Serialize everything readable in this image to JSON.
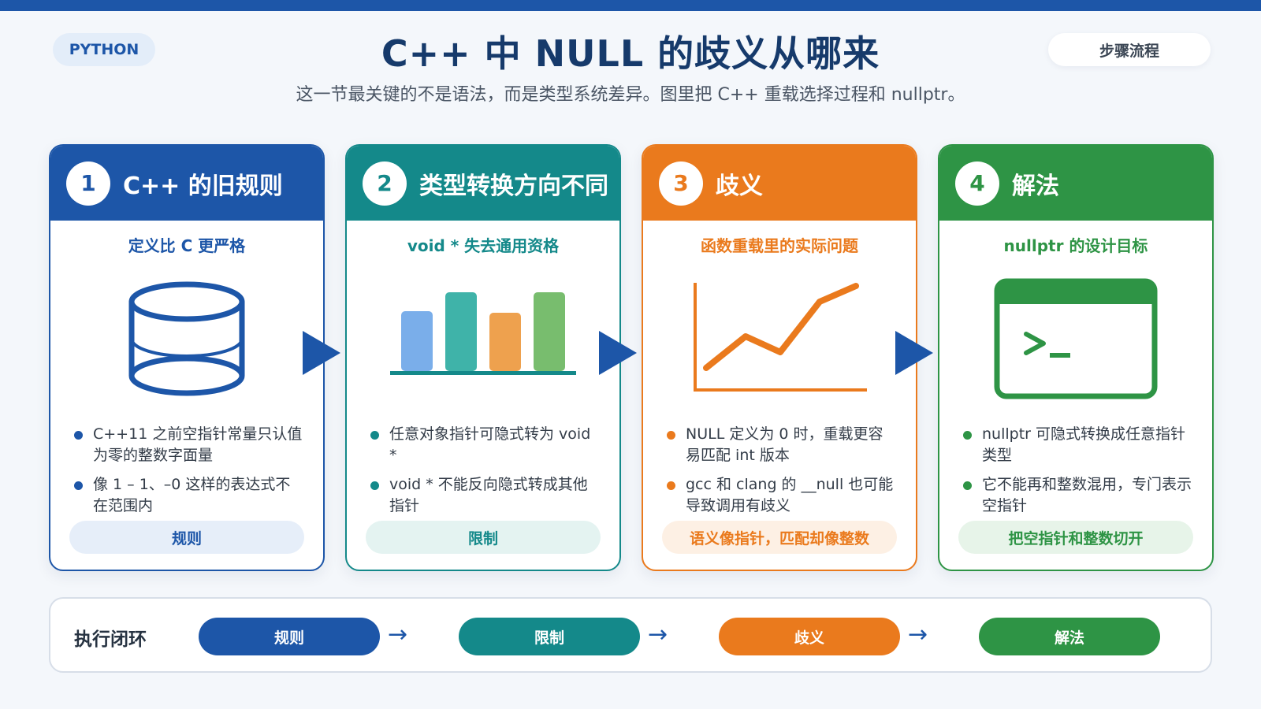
{
  "header": {
    "tag": "PYTHON",
    "title": "C++ 中 NULL 的歧义从哪来",
    "subtitle": "这一节最关键的不是语法，而是类型系统差异。图里把 C++ 重载选择过程和 nullptr。",
    "mode": "步骤流程"
  },
  "colors": {
    "blue": "#1d56a8",
    "teal": "#14898a",
    "orange": "#ea7a1d",
    "green": "#2e9445"
  },
  "cards": [
    {
      "num": "1",
      "title": "C++ 的旧规则",
      "subtitle": "定义比 C 更严格",
      "icon": "database-icon",
      "bullets": [
        "C++11 之前空指针常量只认值为零的整数字面量",
        "像 1 – 1、–0 这样的表达式不在范围内"
      ],
      "footer": "规则"
    },
    {
      "num": "2",
      "title": "类型转换方向不同",
      "subtitle": "void * 失去通用资格",
      "icon": "bar-chart-icon",
      "bullets": [
        "任意对象指针可隐式转为 void *",
        "void * 不能反向隐式转成其他指针"
      ],
      "footer": "限制"
    },
    {
      "num": "3",
      "title": "歧义",
      "subtitle": "函数重载里的实际问题",
      "icon": "line-chart-icon",
      "bullets": [
        "NULL 定义为 0 时，重载更容易匹配 int 版本",
        "gcc 和 clang 的 __null 也可能导致调用有歧义"
      ],
      "footer": "语义像指针，匹配却像整数"
    },
    {
      "num": "4",
      "title": "解法",
      "subtitle": "nullptr 的设计目标",
      "icon": "terminal-icon",
      "bullets": [
        "nullptr 可隐式转换成任意指针类型",
        "它不能再和整数混用，专门表示空指针"
      ],
      "footer": "把空指针和整数切开"
    }
  ],
  "loop": {
    "label": "执行闭环",
    "steps": [
      "规则",
      "限制",
      "歧义",
      "解法"
    ],
    "arrow": "→"
  }
}
